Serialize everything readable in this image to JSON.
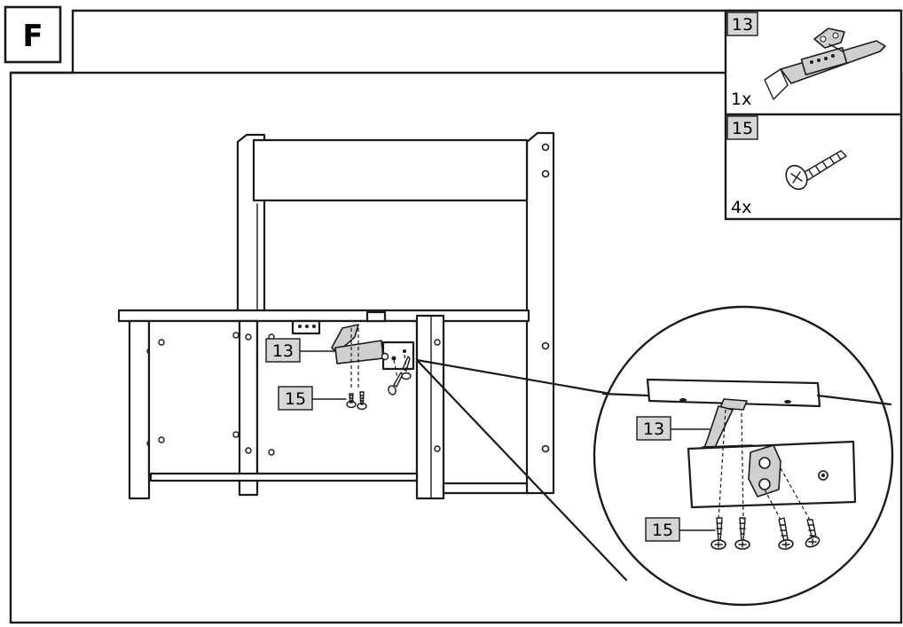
{
  "step": {
    "letter": "F"
  },
  "parts": [
    {
      "number": "13",
      "quantity": "1x",
      "icon": "latch-icon"
    },
    {
      "number": "15",
      "quantity": "4x",
      "icon": "screw-icon"
    }
  ],
  "callouts": {
    "main_latch_label": "13",
    "main_screws_label": "15",
    "detail_latch_label": "13",
    "detail_screws_label": "15"
  }
}
